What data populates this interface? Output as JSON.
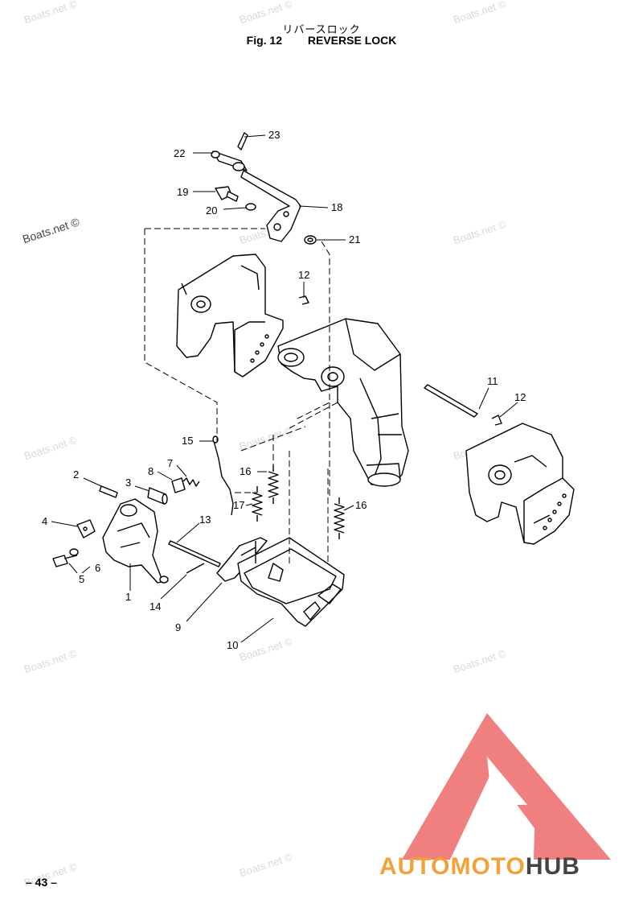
{
  "title": {
    "japanese": "リバースロック",
    "fig_number": "Fig. 12",
    "name": "REVERSE LOCK"
  },
  "watermark": "Boats.net ©",
  "page_number": "– 43 –",
  "brand": {
    "part1": "AUTOMOTO",
    "part2": "HUB",
    "accent_color": "#f2a23a",
    "logo_color": "#f08080"
  },
  "callouts": {
    "c1": "1",
    "c2": "2",
    "c3": "3",
    "c4": "4",
    "c5": "5",
    "c6": "6",
    "c7": "7",
    "c8": "8",
    "c9": "9",
    "c10": "10",
    "c11": "11",
    "c12a": "12",
    "c12b": "12",
    "c13": "13",
    "c14": "14",
    "c15": "15",
    "c16a": "16",
    "c16b": "16",
    "c17": "17",
    "c18": "18",
    "c19": "19",
    "c20": "20",
    "c21": "21",
    "c22": "22",
    "c23": "23"
  }
}
